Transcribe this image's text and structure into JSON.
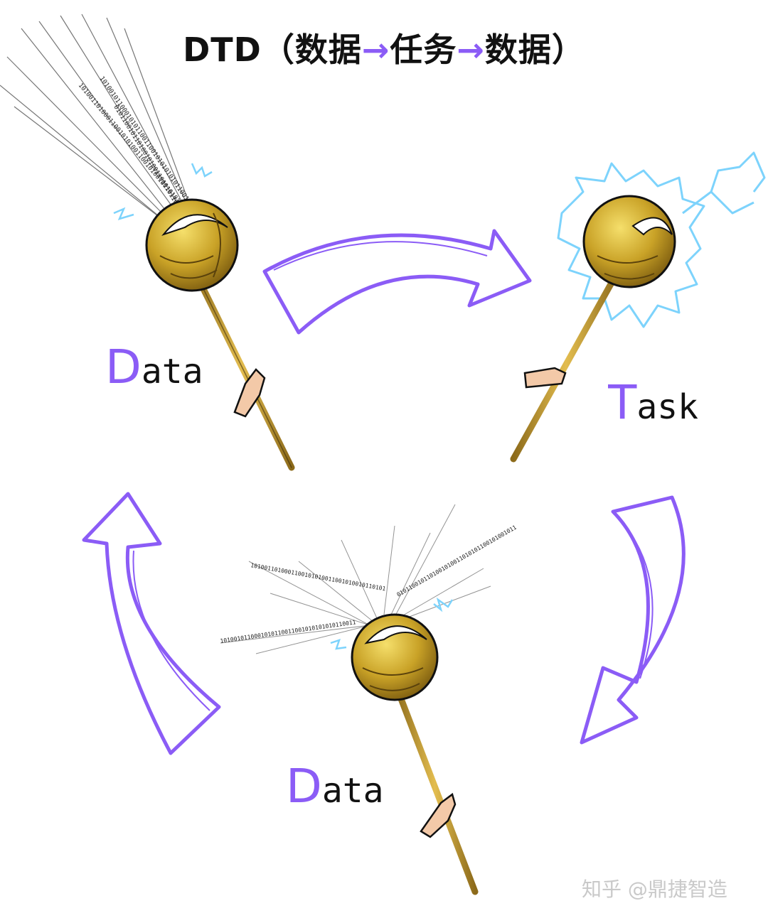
{
  "title": {
    "prefix": "DTD（数据",
    "arrow1": "→",
    "middle": "任务",
    "arrow2": "→",
    "suffix": "数据）"
  },
  "nodes": [
    {
      "id": "data-top",
      "initial": "D",
      "rest": "ata",
      "effect": "binary-absorb"
    },
    {
      "id": "task",
      "initial": "T",
      "rest": "ask",
      "effect": "lightning"
    },
    {
      "id": "data-bottom",
      "initial": "D",
      "rest": "ata",
      "effect": "binary-burst"
    }
  ],
  "arrows": [
    "data-to-task",
    "task-to-data",
    "data-to-data"
  ],
  "binary_strings": [
    "1010011010001100101010011001010010110101",
    "1010010110001010110011001010101010110011",
    "0101100101101001010011010101100101001011"
  ],
  "watermark": "知乎 @鼎捷智造",
  "colors": {
    "accent": "#8b5cf6",
    "orb": "#c9a227",
    "staff": "#c59a2e",
    "hand": "#f3c9a8",
    "lightning": "#7dd3fc"
  }
}
